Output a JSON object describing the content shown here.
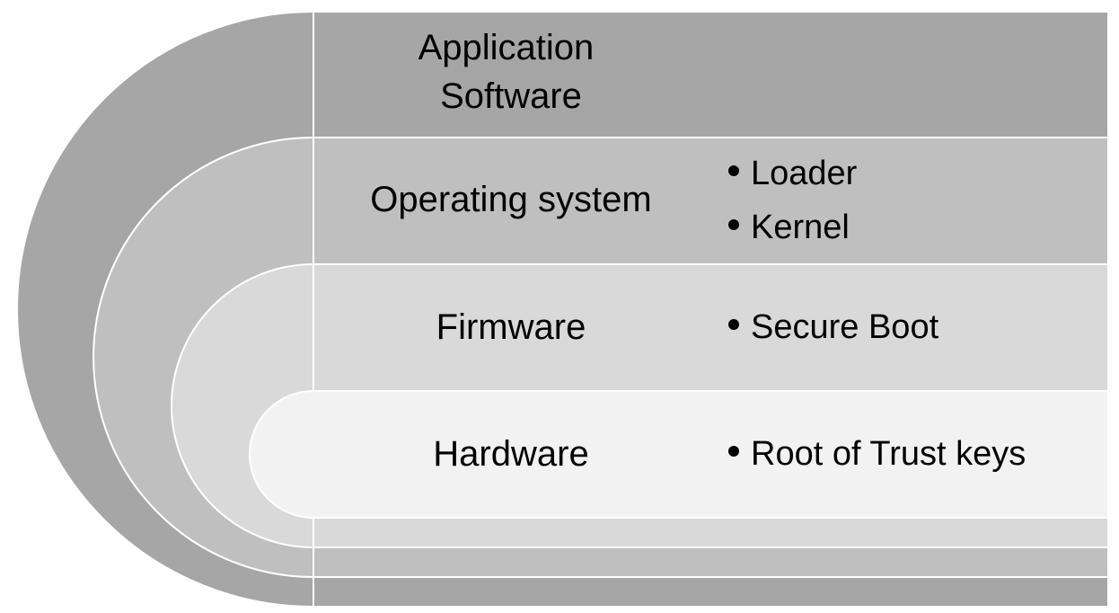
{
  "colors": {
    "background": "#ffffff",
    "layer_application": "#a6a6a6",
    "layer_os": "#bfbfbf",
    "layer_firmware": "#d9d9d9",
    "layer_hardware": "#f2f2f2",
    "separator": "#ffffff",
    "text": "#000000"
  },
  "layers": [
    {
      "id": "application-software",
      "title_lines": [
        "Application",
        "Software"
      ],
      "bullets": []
    },
    {
      "id": "operating-system",
      "title_lines": [
        "Operating system"
      ],
      "bullets": [
        "Loader",
        "Kernel"
      ]
    },
    {
      "id": "firmware",
      "title_lines": [
        "Firmware"
      ],
      "bullets": [
        "Secure Boot"
      ]
    },
    {
      "id": "hardware",
      "title_lines": [
        "Hardware"
      ],
      "bullets": [
        "Root of Trust keys"
      ]
    }
  ]
}
